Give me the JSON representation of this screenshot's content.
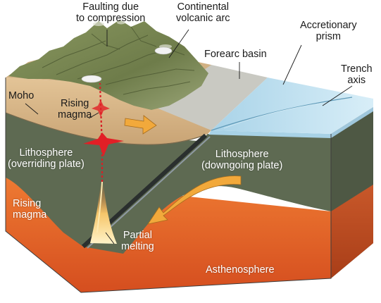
{
  "labels": {
    "faulting": [
      "Faulting due",
      "to compression"
    ],
    "volcanic_arc": [
      "Continental",
      "volcanic arc"
    ],
    "accretionary_prism": [
      "Accretionary",
      "prism"
    ],
    "forearc_basin": "Forearc basin",
    "trench_axis": [
      "Trench",
      "axis"
    ],
    "moho": "Moho",
    "rising_magma_upper": [
      "Rising",
      "magma"
    ],
    "lithosphere_overriding": [
      "Lithosphere",
      "(overriding plate)"
    ],
    "lithosphere_downgoing": [
      "Lithosphere",
      "(downgoing plate)"
    ],
    "rising_magma_lower": [
      "Rising",
      "magma"
    ],
    "partial_melting": [
      "Partial",
      "melting"
    ],
    "asthenosphere": "Asthenosphere"
  },
  "colors": {
    "mantle_lithosphere": "#5e6a52",
    "crust": "#d9b98c",
    "asthenosphere": "#e8662a",
    "ocean": "#bfe0ef",
    "terrain": "#7c8a55",
    "magma": "#e21f26",
    "arrow": "#f2a93b"
  }
}
